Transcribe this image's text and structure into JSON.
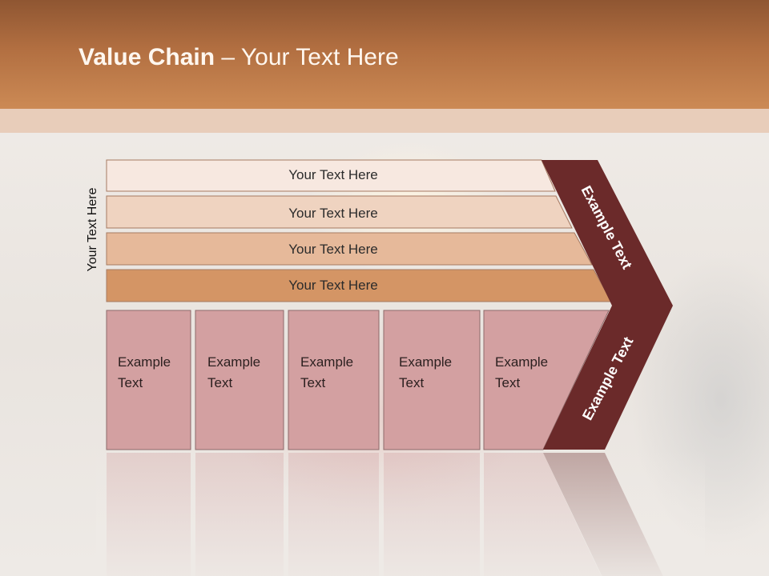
{
  "title": {
    "bold": "Value Chain",
    "rest": " – Your Text Here"
  },
  "side_label": "Your Text Here",
  "bars": [
    {
      "label": "Your Text Here",
      "color": "#f7e8e0"
    },
    {
      "label": "Your Text Here",
      "color": "#efd3c0"
    },
    {
      "label": "Your Text Here",
      "color": "#e6b99a"
    },
    {
      "label": "Your Text Here",
      "color": "#d49565"
    }
  ],
  "boxes": [
    {
      "line1": "Example",
      "line2": "Text"
    },
    {
      "line1": "Example",
      "line2": "Text"
    },
    {
      "line1": "Example",
      "line2": "Text"
    },
    {
      "line1": "Example",
      "line2": "Text"
    },
    {
      "line1": "Example",
      "line2": "Text"
    }
  ],
  "box_color": "#d3a0a1",
  "chevron_color": "#6b2a2a",
  "chevron_labels": {
    "upper": "Example Text",
    "lower": "Example Text"
  }
}
